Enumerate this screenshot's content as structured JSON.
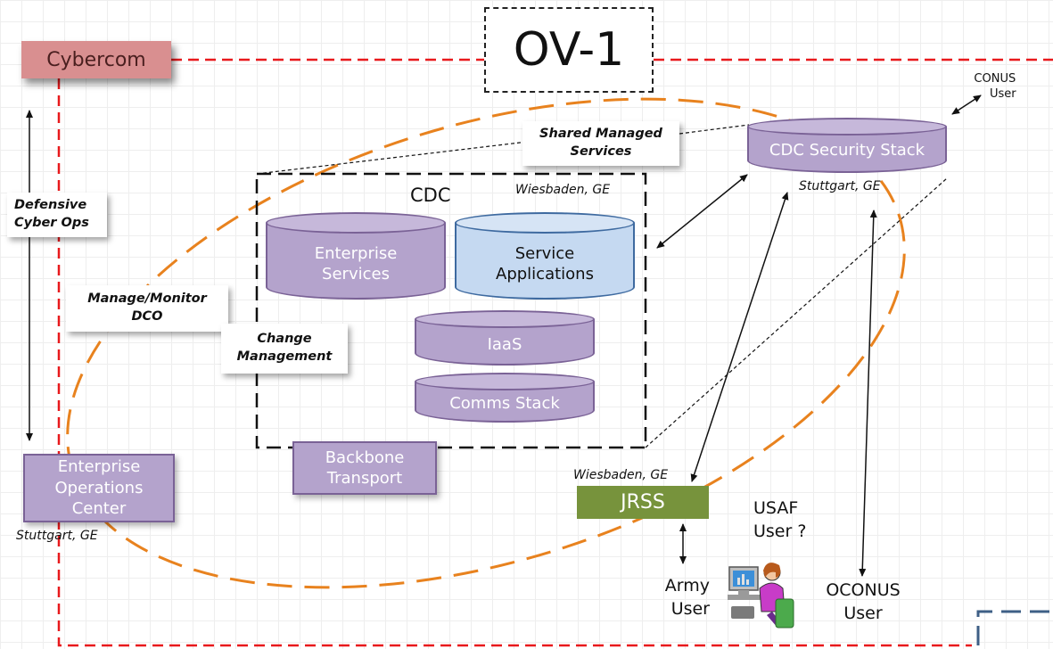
{
  "title": "OV-1",
  "cybercom": "Cybercom",
  "callouts": {
    "defensive": [
      "Defensive",
      "Cyber Ops"
    ],
    "manage": [
      "Manage/Monitor",
      "DCO"
    ],
    "change": [
      "Change",
      "Management"
    ],
    "shared": [
      "Shared Managed",
      "Services"
    ]
  },
  "cdc": {
    "label": "CDC",
    "location": "Wiesbaden, GE",
    "enterprise_services": [
      "Enterprise",
      "Services"
    ],
    "service_applications": [
      "Service",
      "Applications"
    ],
    "iaas": "IaaS",
    "comms_stack": "Comms Stack"
  },
  "security_stack": {
    "label": "CDC Security Stack",
    "location": "Stuttgart, GE"
  },
  "conus_user": [
    "CONUS",
    "User"
  ],
  "eoc": {
    "label": [
      "Enterprise",
      "Operations",
      "Center"
    ],
    "location": "Stuttgart, GE"
  },
  "backbone": [
    "Backbone",
    "Transport"
  ],
  "jrss": {
    "label": "JRSS",
    "location": "Wiesbaden, GE"
  },
  "usaf_user": [
    "USAF",
    "User ?"
  ],
  "army_user": [
    "Army",
    "User"
  ],
  "oconus_user": [
    "OCONUS",
    "User"
  ],
  "colors": {
    "boundary": "#e8191c",
    "ellipse": "#e8821e",
    "purple_fill": "#b4a3cc",
    "blue_fill": "#c5d9f1",
    "jrss_green": "#77933c",
    "cybercom_fill": "#d98f90"
  }
}
